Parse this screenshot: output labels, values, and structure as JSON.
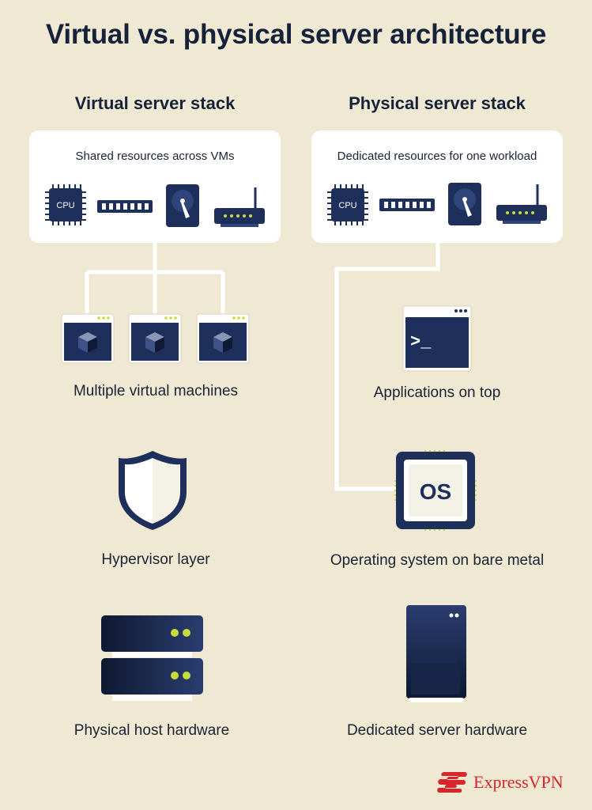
{
  "title": "Virtual vs. physical server architecture",
  "virtual": {
    "heading": "Virtual server stack",
    "card_label": "Shared resources across VMs",
    "cpu_label": "CPU",
    "vms_label": "Multiple virtual machines",
    "hypervisor_label": "Hypervisor layer",
    "hardware_label": "Physical host hardware"
  },
  "physical": {
    "heading": "Physical server stack",
    "card_label": "Dedicated resources for one workload",
    "cpu_label": "CPU",
    "apps_label": "Applications on top",
    "terminal_prompt": ">_",
    "os_chip_label": "OS",
    "os_label": "Operating system on bare metal",
    "hardware_label": "Dedicated server hardware"
  },
  "brand": "ExpressVPN",
  "colors": {
    "background": "#efe8d2",
    "navy": "#1e2f5c",
    "indicator": "#c6dc3a",
    "brand_red": "#d9262c"
  }
}
